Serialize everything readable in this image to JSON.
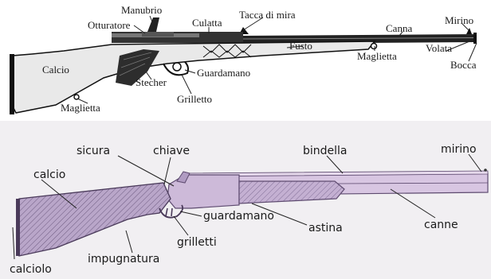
{
  "top_diagram": {
    "labels": {
      "manubrio": "Manubrio",
      "otturatore": "Otturatore",
      "culatta": "Culatta",
      "tacca_di_mira": "Tacca di mira",
      "canna": "Canna",
      "mirino": "Mirino",
      "fusto": "Fusto",
      "maglietta_front": "Maglietta",
      "volata": "Volata",
      "bocca": "Bocca",
      "calcio": "Calcio",
      "stecher": "Stecher",
      "guardamano": "Guardamano",
      "grilletto": "Grilletto",
      "maglietta_rear": "Maglietta"
    }
  },
  "bottom_diagram": {
    "labels": {
      "sicura": "sicura",
      "chiave": "chiave",
      "bindella": "bindella",
      "mirino": "mirino",
      "calcio": "calcio",
      "guardamano": "guardamano",
      "astina": "astina",
      "canne": "canne",
      "grilletti": "grilletti",
      "impugnatura": "impugnatura",
      "calciolo": "calciolo"
    },
    "colors": {
      "stock_fill": "#b9a6c9",
      "barrel_fill": "#d8c6e2",
      "receiver_fill": "#cdbad9"
    }
  },
  "background": "#f1eff2"
}
